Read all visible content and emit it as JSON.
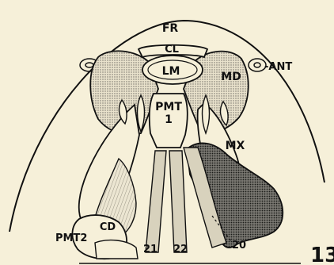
{
  "labels": {
    "FR": "FR",
    "CL": "CL",
    "LM": "LM",
    "MD": "MD",
    "ANT": "-ANT",
    "PMT1_top": "PMT",
    "PMT1_bottom": "1",
    "MX": "MX",
    "CD": "CD",
    "PMT2": "PMT2",
    "m21": "21",
    "m22": "22",
    "m20": "20",
    "figure_number": "13"
  },
  "colors": {
    "background": "#f6f0d9",
    "outline": "#111111",
    "stipple_light": "#b9b3a3",
    "stipple_dark": "#5a5a55",
    "muscle_fill": "#d8d2bd"
  }
}
